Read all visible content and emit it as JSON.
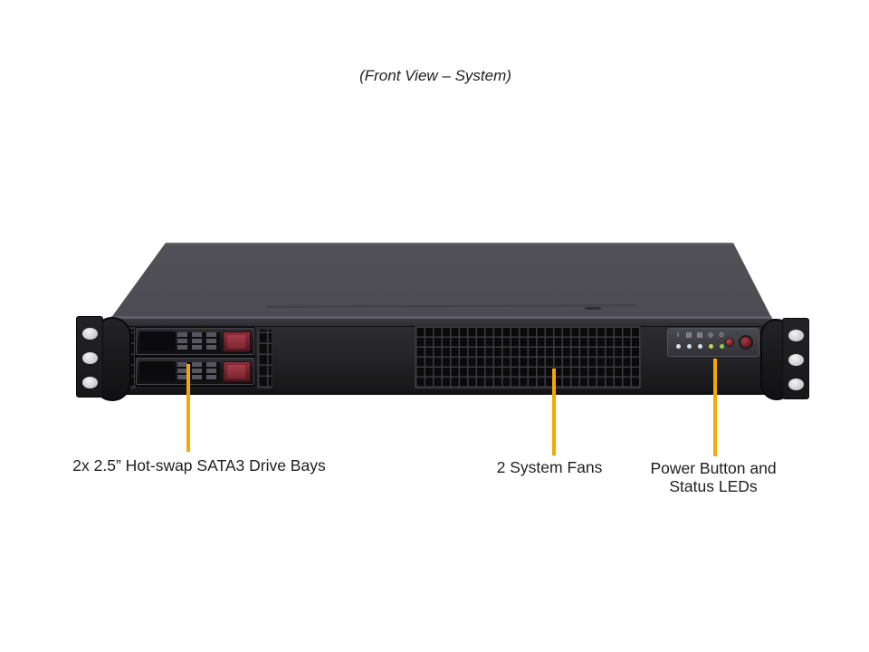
{
  "title": "(Front View – System)",
  "callouts": {
    "drive_bays_label": "2x 2.5” Hot-swap SATA3 Drive Bays",
    "fans_label": "2 System Fans",
    "power_label_line1": "Power Button and",
    "power_label_line2": "Status LEDs"
  },
  "colors": {
    "callout-line": "#F5A800",
    "label-text": "#1E1E1E",
    "chassis-top-light": "#5E5E64",
    "chassis-top-dark": "#44444A",
    "chassis-front": "#232327",
    "latch-red": "#8C2F3A",
    "led-panel": "#3E3E44"
  },
  "control_panel": {
    "icons": [
      {
        "name": "info-led-icon",
        "glyph": "i"
      },
      {
        "name": "nic1-led-icon",
        "glyph": "▤"
      },
      {
        "name": "nic2-led-icon",
        "glyph": "▤"
      },
      {
        "name": "hdd-led-icon",
        "glyph": "◎"
      },
      {
        "name": "power-led-icon",
        "glyph": "⊙"
      }
    ],
    "led_styles": [
      "background:#DDE1E6",
      "background:#D4DEEA",
      "background:#D4DEEA",
      "background:#BCD94F",
      "background:#8FCB4F"
    ]
  }
}
